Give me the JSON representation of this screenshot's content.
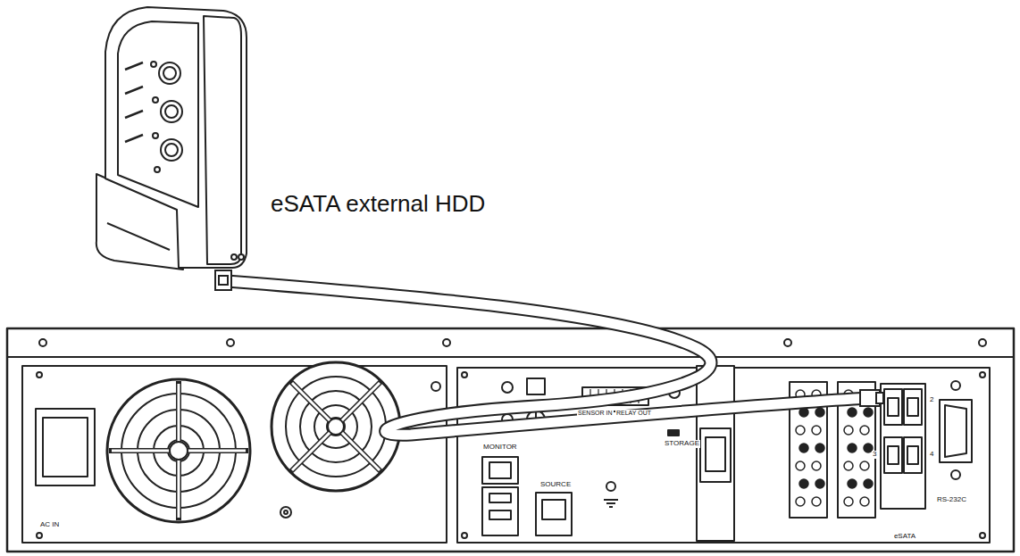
{
  "diagram": {
    "nodes": [
      {
        "text": [
          "eSATA external HDD"
        ]
      },
      {
        "text": [
          "eSATA"
        ]
      }
    ],
    "edges": [
      {
        "from": 0,
        "to": 1,
        "arrow": "none"
      }
    ],
    "labels": [
      "SENSOR IN",
      "RELAY OUT",
      "MONITOR",
      "SOURCE",
      "STORAGE",
      "AC IN",
      "2",
      "3",
      "4",
      "RS-232C"
    ]
  }
}
